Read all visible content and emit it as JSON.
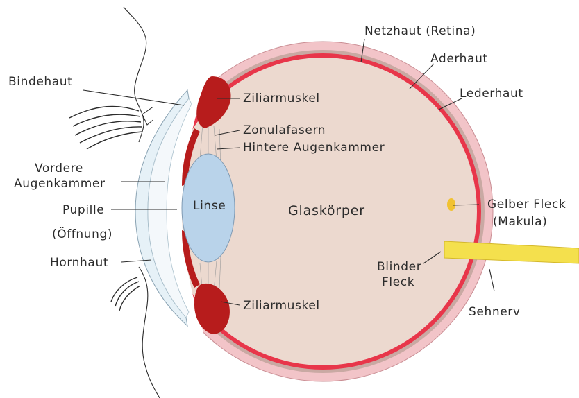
{
  "labels": {
    "netzhaut": "Netzhaut (Retina)",
    "aderhaut": "Aderhaut",
    "lederhaut": "Lederhaut",
    "bindehaut": "Bindehaut",
    "ziliarmuskel_top": "Ziliarmuskel",
    "zonulafasern": "Zonulafasern",
    "hintere_augenkammer": "Hintere Augenkammer",
    "vordere_line1": "Vordere",
    "vordere_line2": "Augenkammer",
    "pupille_line1": "Pupille",
    "pupille_line2": "(Öffnung)",
    "linse": "Linse",
    "glaskoerper": "Glaskörper",
    "gelber_line1": "Gelber Fleck",
    "gelber_line2": "(Makula)",
    "blinder_line1": "Blinder",
    "blinder_line2": "Fleck",
    "hornhaut": "Hornhaut",
    "ziliarmuskel_bottom": "Ziliarmuskel",
    "sehnerv": "Sehnerv"
  },
  "colors": {
    "sclera": "#f2c4c8",
    "choroid": "#c9a9a3",
    "retina": "#e8364a",
    "vitreous": "#ecd9cf",
    "lens": "#b9d3ea",
    "cornea": "#e6f1f7",
    "ciliary": "#b71c1c",
    "optic_nerve": "#f4e04d",
    "macula": "#f1c232"
  }
}
